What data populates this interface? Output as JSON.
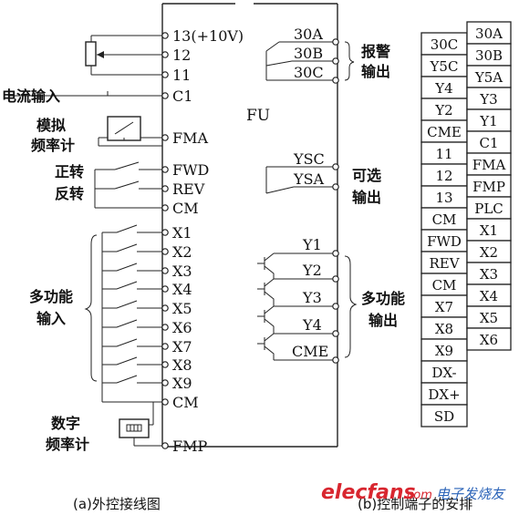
{
  "colors": {
    "ink": "#222222",
    "paper": "#ffffff",
    "watermark_red": "#d8262f",
    "watermark_blue": "#2a63b8"
  },
  "fu": {
    "label": "FU"
  },
  "left_terminals": [
    "13(+10V)",
    "12",
    "11",
    "C1",
    "FMA",
    "FWD",
    "REV",
    "CM",
    "X1",
    "X2",
    "X3",
    "X4",
    "X5",
    "X6",
    "X7",
    "X8",
    "X9",
    "CM",
    "FMP"
  ],
  "right_terminals": {
    "alarm": [
      "30A",
      "30B",
      "30C"
    ],
    "optional": [
      "YSC",
      "YSA"
    ],
    "multi": [
      "Y1",
      "Y2",
      "Y3",
      "Y4",
      "CME"
    ]
  },
  "labels": {
    "current_input": "电流输入",
    "analog_freq_1": "模拟",
    "analog_freq_2": "频率计",
    "forward": "正转",
    "reverse": "反转",
    "multi_input_1": "多功能",
    "multi_input_2": "输入",
    "digital_freq_1": "数字",
    "digital_freq_2": "频率计",
    "alarm_out_1": "报警",
    "alarm_out_2": "输出",
    "optional_out_1": "可选",
    "optional_out_2": "输出",
    "multi_out_1": "多功能",
    "multi_out_2": "输出"
  },
  "captions": {
    "a": "(a)外控接线图",
    "b": "(b)控制端子的安排"
  },
  "terminal_table": {
    "left_col": [
      "30C",
      "Y5C",
      "Y4",
      "Y2",
      "CME",
      "11",
      "12",
      "13",
      "CM",
      "FWD",
      "REV",
      "CM",
      "X7",
      "X8",
      "X9",
      "DX-",
      "DX+",
      "SD"
    ],
    "right_col": [
      "30A",
      "30B",
      "Y5A",
      "Y3",
      "Y1",
      "C1",
      "FMA",
      "FMP",
      "PLC",
      "X1",
      "X2",
      "X3",
      "X4",
      "X5",
      "X6"
    ]
  },
  "watermark": {
    "site": "elecfans",
    "dotcom": ".com",
    "cn": "电子发烧友"
  }
}
